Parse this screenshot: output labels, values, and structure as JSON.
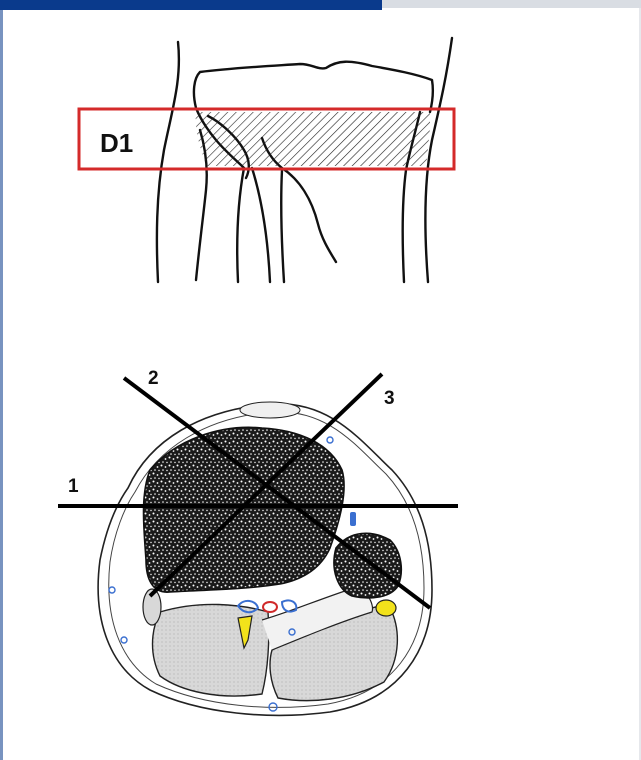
{
  "top_figure": {
    "zone_label": "D1",
    "zone_color": "#d42a2a"
  },
  "bottom_figure": {
    "section_labels": [
      "1",
      "2",
      "3"
    ],
    "line_color": "#000000",
    "bone_fill": "#d8d8d8",
    "vessel_blue": "#3a6fd0",
    "vessel_red": "#d02a2a",
    "nerve_yellow": "#f2e21b"
  }
}
